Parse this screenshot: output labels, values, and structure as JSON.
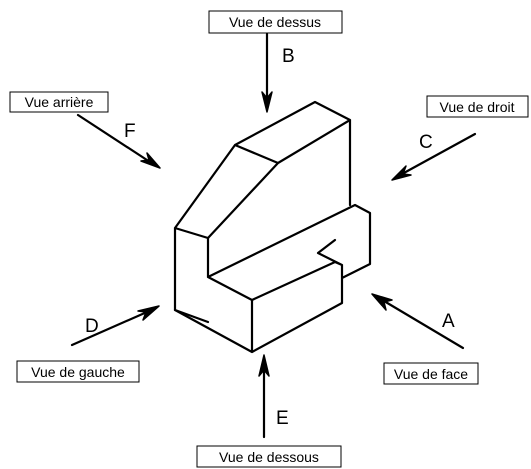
{
  "views": {
    "top": {
      "label": "Vue de dessus",
      "letter": "B"
    },
    "back": {
      "label": "Vue arrière",
      "letter": "F"
    },
    "right": {
      "label": "Vue de droit",
      "letter": "C"
    },
    "left": {
      "label": "Vue de gauche",
      "letter": "D"
    },
    "front": {
      "label": "Vue de face",
      "letter": "A"
    },
    "bottom": {
      "label": "Vue de dessous",
      "letter": "E"
    }
  },
  "colors": {
    "ink": "#000000",
    "background": "#ffffff"
  }
}
